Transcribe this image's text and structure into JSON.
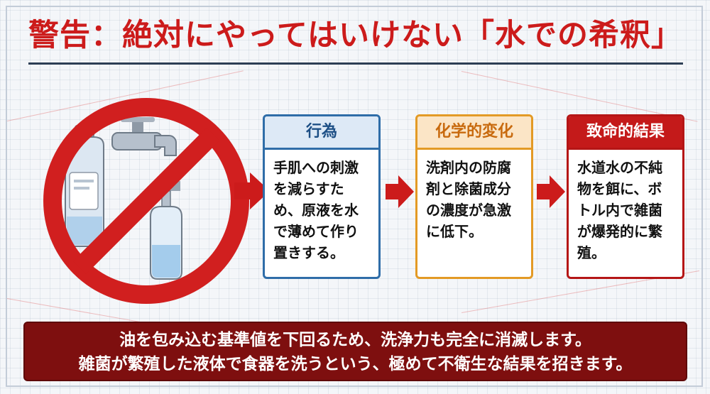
{
  "title": "警告：絶対にやってはいけない「水での希釈」",
  "steps": [
    {
      "heading": "行為",
      "text": "手肌への刺激を減らすため、原液を水で薄めて作り置きする。"
    },
    {
      "heading": "化学的変化",
      "text": "洗剤内の防腐剤と除菌成分の濃度が急激に低下。"
    },
    {
      "heading": "致命的結果",
      "text": "水道水の不純物を餌に、ボトル内で雑菌が爆発的に繁殖。"
    }
  ],
  "footer": {
    "line1": "油を包み込む基準値を下回るため、洗浄力も完全に消滅します。",
    "line2": "雑菌が繁殖した液体で食器を洗うという、極めて不衛生な結果を招きます。"
  },
  "colors": {
    "warning_red": "#cc1b1b",
    "step1_blue": "#2f6da8",
    "step2_orange": "#e39a25",
    "step3_red": "#b51616",
    "footer_dark_red": "#7e0f0f"
  },
  "icons": [
    "prohibition-sign-icon",
    "detergent-bottle-icon",
    "water-faucet-icon",
    "pump-bottle-icon",
    "arrow-right-icon"
  ]
}
